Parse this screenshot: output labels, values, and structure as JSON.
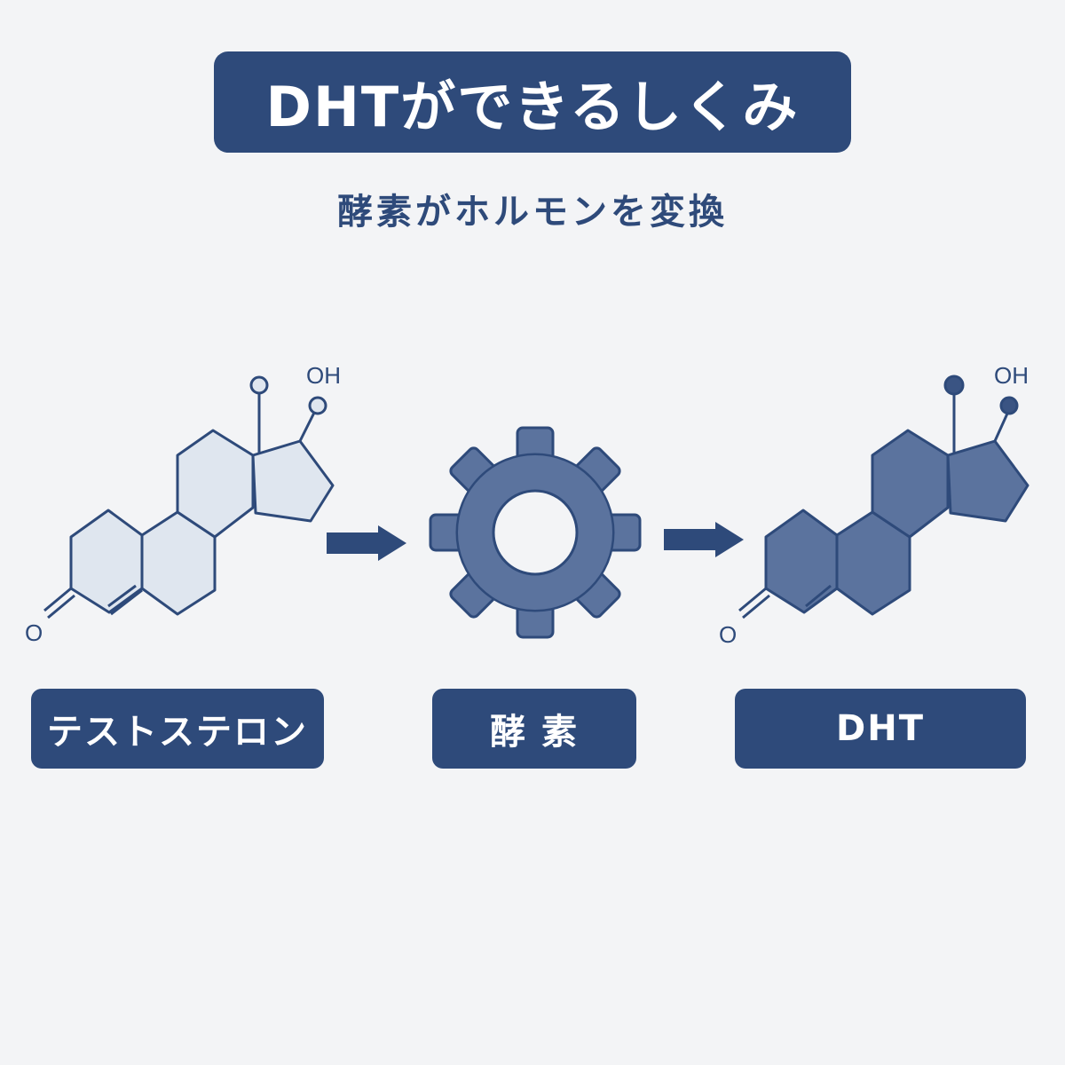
{
  "title": "DHTができるしくみ",
  "subtitle": "酵素がホルモンを変換",
  "stages": [
    {
      "label": "テストステロン",
      "atoms": {
        "oxygen": "O",
        "hydroxyl": "OH"
      }
    },
    {
      "label": "酵 素",
      "icon": "gear-icon"
    },
    {
      "label": "DHT",
      "atoms": {
        "oxygen": "O",
        "hydroxyl": "OH"
      }
    }
  ],
  "colors": {
    "primary": "#2e4a7a",
    "molecule_light_fill": "#dfe6ef",
    "molecule_dark_fill": "#5b739e",
    "gear_fill": "#5b739e",
    "background": "#f3f4f6"
  }
}
